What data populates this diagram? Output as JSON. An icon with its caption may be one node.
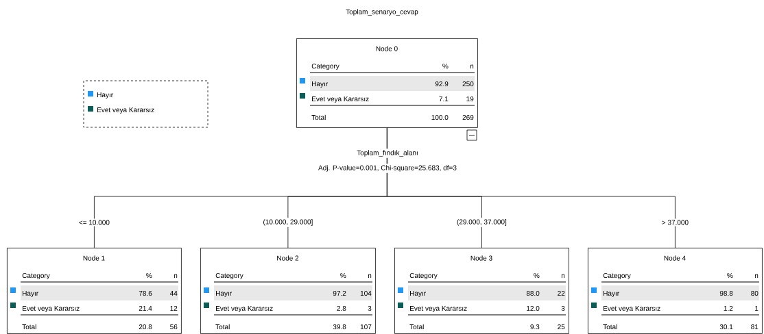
{
  "diagram": {
    "title": "Toplam_senaryo_cevap",
    "nodes": [
      {
        "text": [
          "Node 0",
          "Category",
          "%",
          "n",
          "Hayır",
          "92.9",
          "250",
          "Evet veya Kararsız",
          "7.1",
          "19",
          "Total",
          "100.0",
          "269"
        ]
      },
      {
        "text": [
          "Node 1",
          "Category",
          "%",
          "n",
          "Hayır",
          "78.6",
          "44",
          "Evet veya Kararsız",
          "21.4",
          "12",
          "Total",
          "20.8",
          "56"
        ]
      },
      {
        "text": [
          "Node 2",
          "Category",
          "%",
          "n",
          "Hayır",
          "97.2",
          "104",
          "Evet veya Kararsız",
          "2.8",
          "3",
          "Total",
          "39.8",
          "107"
        ]
      },
      {
        "text": [
          "Node 3",
          "Category",
          "%",
          "n",
          "Hayır",
          "88.0",
          "22",
          "Evet veya Kararsız",
          "12.0",
          "3",
          "Total",
          "9.3",
          "25"
        ]
      },
      {
        "text": [
          "Node 4",
          "Category",
          "%",
          "n",
          "Hayır",
          "98.8",
          "80",
          "Evet veya Kararsız",
          "1.2",
          "1",
          "Total",
          "30.1",
          "81"
        ]
      }
    ],
    "edges": [
      {
        "from": 0,
        "to": 1,
        "arrow": "none",
        "label": "<= 10.000"
      },
      {
        "from": 0,
        "to": 2,
        "arrow": "none",
        "label": "(10.000, 29.000]"
      },
      {
        "from": 0,
        "to": 3,
        "arrow": "none",
        "label": "(29.000, 37.000]"
      },
      {
        "from": 0,
        "to": 4,
        "arrow": "none",
        "label": "> 37.000"
      }
    ],
    "labels": [
      "Toplam_fındık_alanı",
      "Adj. P-value=0.001, Chi-square=25.683, df=3"
    ],
    "legend": [
      {
        "text": "Hayır",
        "color": "#2196f3"
      },
      {
        "text": "Evet veya Kararsız",
        "color": "#0b5e57"
      }
    ]
  }
}
